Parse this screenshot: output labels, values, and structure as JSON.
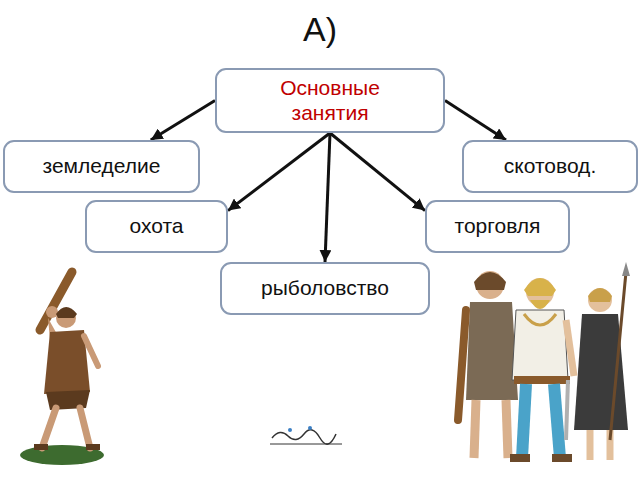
{
  "diagram": {
    "title": "А)",
    "nodes": [
      {
        "text": [
          "Основные занятия"
        ]
      },
      {
        "text": [
          "земледелие"
        ]
      },
      {
        "text": [
          "скотовод."
        ]
      },
      {
        "text": [
          "охота"
        ]
      },
      {
        "text": [
          "торговля"
        ]
      },
      {
        "text": [
          "рыболовство"
        ]
      }
    ],
    "edges": [
      {
        "from": 0,
        "to": 1,
        "arrow": "to"
      },
      {
        "from": 0,
        "to": 2,
        "arrow": "to"
      },
      {
        "from": 0,
        "to": 3,
        "arrow": "to"
      },
      {
        "from": 0,
        "to": 4,
        "arrow": "to"
      },
      {
        "from": 0,
        "to": 5,
        "arrow": "to"
      }
    ]
  }
}
